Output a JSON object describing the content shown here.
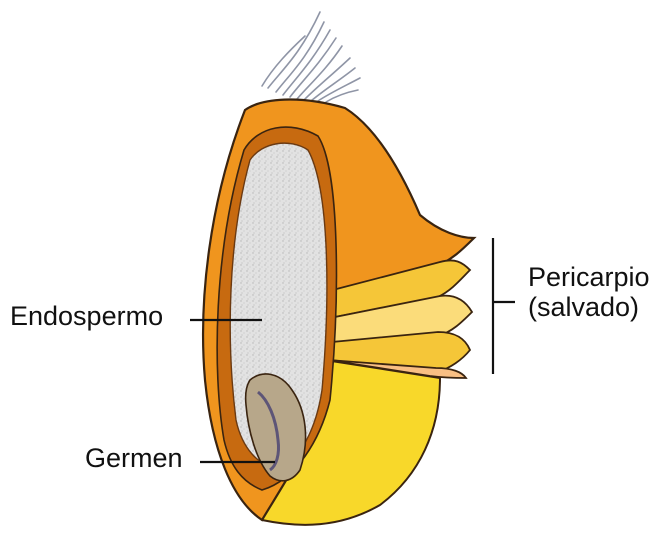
{
  "labels": {
    "endosperm": "Endospermo",
    "germ": "Germen",
    "pericarp_line1": "Pericarpio",
    "pericarp_line2": "(salvado)"
  },
  "colors": {
    "outer_orange": "#f0951e",
    "bran_gold": "#f5c638",
    "bran_pale": "#fbdc7a",
    "bran_peach": "#f9bf83",
    "base_yellow": "#f8d82a",
    "endosperm_fill": "#dcdcdc",
    "germ_fill": "#b7a78a",
    "outline": "#3a2410",
    "hair": "#8f95a6"
  }
}
